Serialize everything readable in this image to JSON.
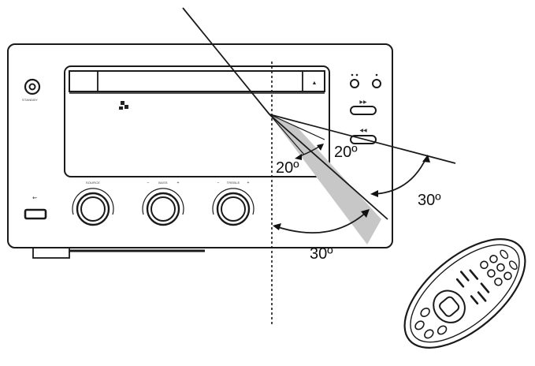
{
  "device": {
    "standby_label": "STANDBY",
    "knob_labels": [
      "SOURCE",
      "BASS",
      "TREBLE"
    ]
  },
  "angles": {
    "inner_upper": "20º",
    "inner_left": "20º",
    "outer_right": "30º",
    "outer_bottom": "30º"
  },
  "colors": {
    "line": "#1a1a1a",
    "cone": "#c7c7c7"
  }
}
